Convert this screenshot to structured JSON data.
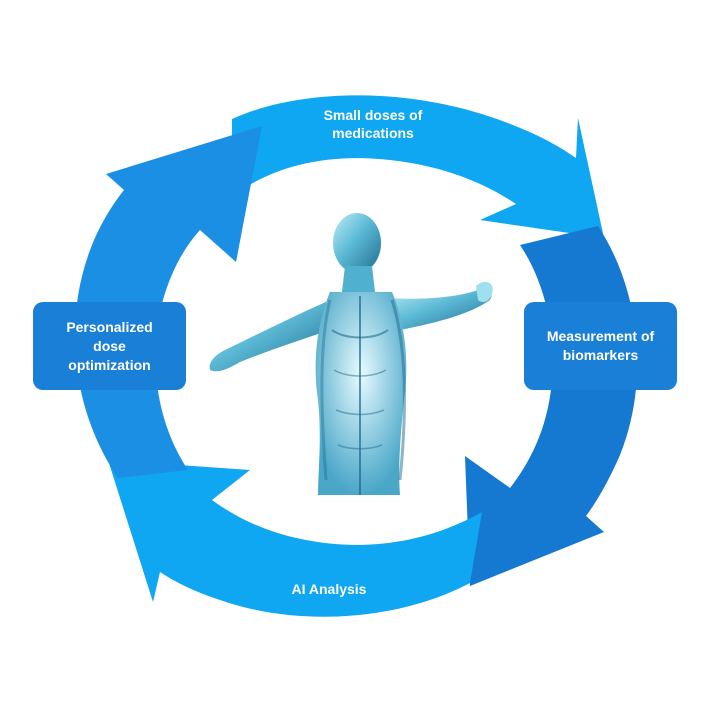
{
  "colors": {
    "ring_light": "#0fa6f2",
    "ring_mid": "#1b8fe4",
    "ring_dark": "#1679d1",
    "box": "#1a7fd6",
    "figure_light": "#9fe0f0",
    "figure_mid": "#4fb0cf",
    "figure_dark": "#1f6a8e"
  },
  "stages": {
    "top": {
      "lines": [
        "Small doses of",
        "medications"
      ],
      "icon": "arrow-clockwise-icon"
    },
    "right": {
      "lines": [
        "Measurement of",
        "biomarkers"
      ]
    },
    "bottom": {
      "lines": [
        "AI Analysis"
      ],
      "icon": "arrow-clockwise-icon"
    },
    "left": {
      "lines": [
        "Personalized",
        "dose",
        "optimization"
      ]
    }
  },
  "center": {
    "image": "human-anatomy-figure"
  }
}
